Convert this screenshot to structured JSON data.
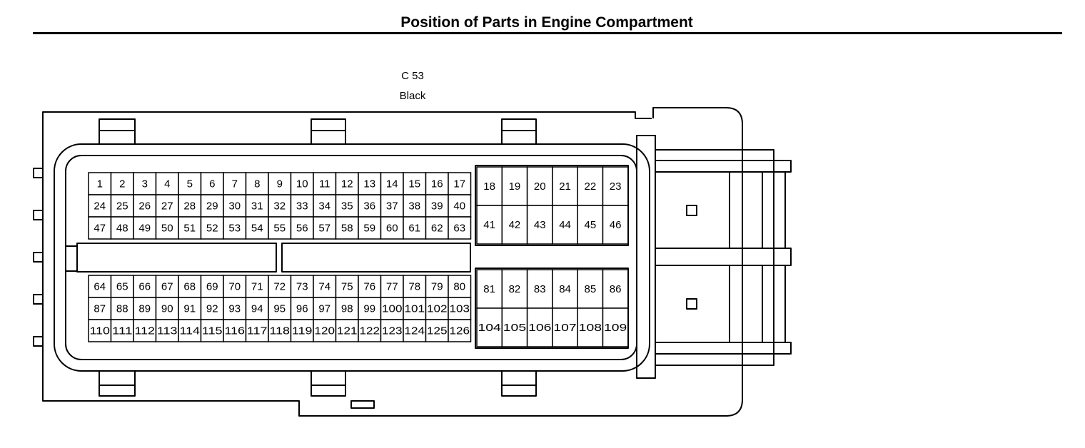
{
  "title": "Position of Parts in Engine Compartment",
  "connector": {
    "id": "C 53",
    "color": "Black"
  },
  "pins": {
    "main_top": [
      [
        "1",
        "2",
        "3",
        "4",
        "5",
        "6",
        "7",
        "8",
        "9",
        "10",
        "11",
        "12",
        "13",
        "14",
        "15",
        "16",
        "17"
      ],
      [
        "24",
        "25",
        "26",
        "27",
        "28",
        "29",
        "30",
        "31",
        "32",
        "33",
        "34",
        "35",
        "36",
        "37",
        "38",
        "39",
        "40"
      ],
      [
        "47",
        "48",
        "49",
        "50",
        "51",
        "52",
        "53",
        "54",
        "55",
        "56",
        "57",
        "58",
        "59",
        "60",
        "61",
        "62",
        "63"
      ]
    ],
    "main_bottom": [
      [
        "64",
        "65",
        "66",
        "67",
        "68",
        "69",
        "70",
        "71",
        "72",
        "73",
        "74",
        "75",
        "76",
        "77",
        "78",
        "79",
        "80"
      ],
      [
        "87",
        "88",
        "89",
        "90",
        "91",
        "92",
        "93",
        "94",
        "95",
        "96",
        "97",
        "98",
        "99",
        "100",
        "101",
        "102",
        "103"
      ],
      [
        "110",
        "111",
        "112",
        "113",
        "114",
        "115",
        "116",
        "117",
        "118",
        "119",
        "120",
        "121",
        "122",
        "123",
        "124",
        "125",
        "126"
      ]
    ],
    "side_top": [
      [
        "18",
        "19",
        "20",
        "21",
        "22",
        "23"
      ],
      [
        "41",
        "42",
        "43",
        "44",
        "45",
        "46"
      ]
    ],
    "side_bottom": [
      [
        "81",
        "82",
        "83",
        "84",
        "85",
        "86"
      ],
      [
        "104",
        "105",
        "106",
        "107",
        "108",
        "109"
      ]
    ]
  }
}
